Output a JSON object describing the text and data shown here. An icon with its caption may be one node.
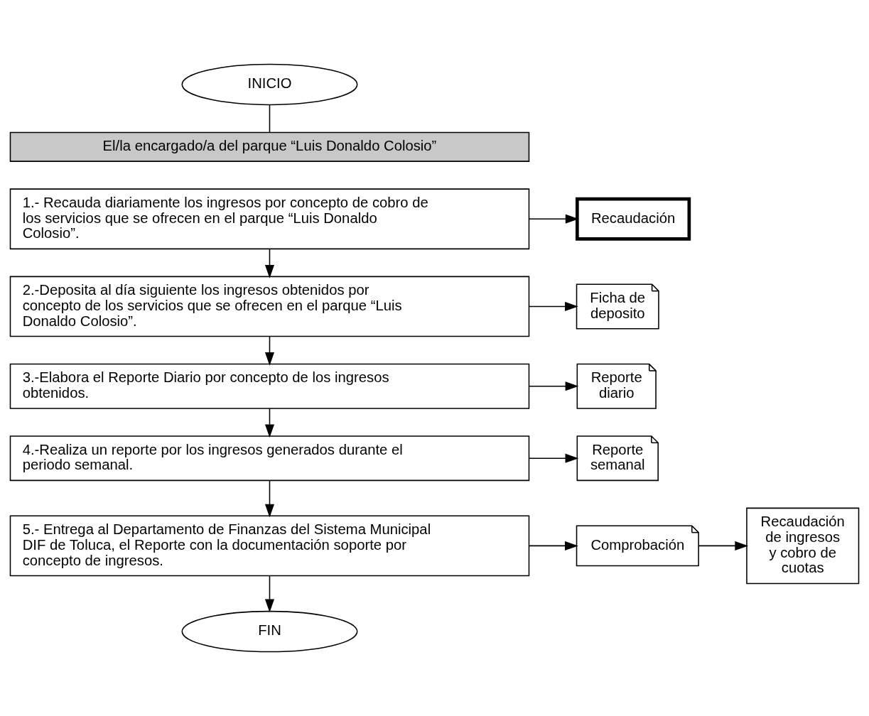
{
  "diagram": {
    "nodes": [
      {
        "text": [
          "INICIO"
        ]
      },
      {
        "text": [
          "El/la encargado/a del parque “Luis Donaldo Colosio”"
        ]
      },
      {
        "text": [
          "1.- Recauda diariamente los ingresos por concepto de cobro de los servicios que se ofrecen en el parque “Luis Donaldo Colosio”."
        ]
      },
      {
        "text": [
          "Recaudación"
        ]
      },
      {
        "text": [
          "2.-Deposita al día siguiente los ingresos obtenidos por concepto de los servicios que se ofrecen en el parque “Luis Donaldo Colosio”."
        ]
      },
      {
        "text": [
          "Ficha de deposito"
        ]
      },
      {
        "text": [
          "3.-Elabora el Reporte Diario por concepto de los ingresos obtenidos."
        ]
      },
      {
        "text": [
          "Reporte diario"
        ]
      },
      {
        "text": [
          "4.-Realiza un reporte por los ingresos generados durante el periodo semanal."
        ]
      },
      {
        "text": [
          "Reporte semanal"
        ]
      },
      {
        "text": [
          "5.- Entrega al Departamento de Finanzas del Sistema Municipal DIF de Toluca, el Reporte con la documentación soporte por concepto de ingresos."
        ]
      },
      {
        "text": [
          "Comprobación"
        ]
      },
      {
        "text": [
          "Recaudación de ingresos y cobro de cuotas"
        ]
      },
      {
        "text": [
          "FIN"
        ]
      }
    ],
    "edges": [
      {
        "from": 0,
        "to": 1,
        "arrow": "none"
      },
      {
        "from": 2,
        "to": 3,
        "arrow": "to"
      },
      {
        "from": 2,
        "to": 4,
        "arrow": "to"
      },
      {
        "from": 4,
        "to": 5,
        "arrow": "to"
      },
      {
        "from": 4,
        "to": 6,
        "arrow": "to"
      },
      {
        "from": 6,
        "to": 7,
        "arrow": "to"
      },
      {
        "from": 6,
        "to": 8,
        "arrow": "to"
      },
      {
        "from": 8,
        "to": 9,
        "arrow": "to"
      },
      {
        "from": 8,
        "to": 10,
        "arrow": "to"
      },
      {
        "from": 10,
        "to": 11,
        "arrow": "to"
      },
      {
        "from": 11,
        "to": 12,
        "arrow": "to"
      },
      {
        "from": 10,
        "to": 13,
        "arrow": "to"
      }
    ]
  }
}
